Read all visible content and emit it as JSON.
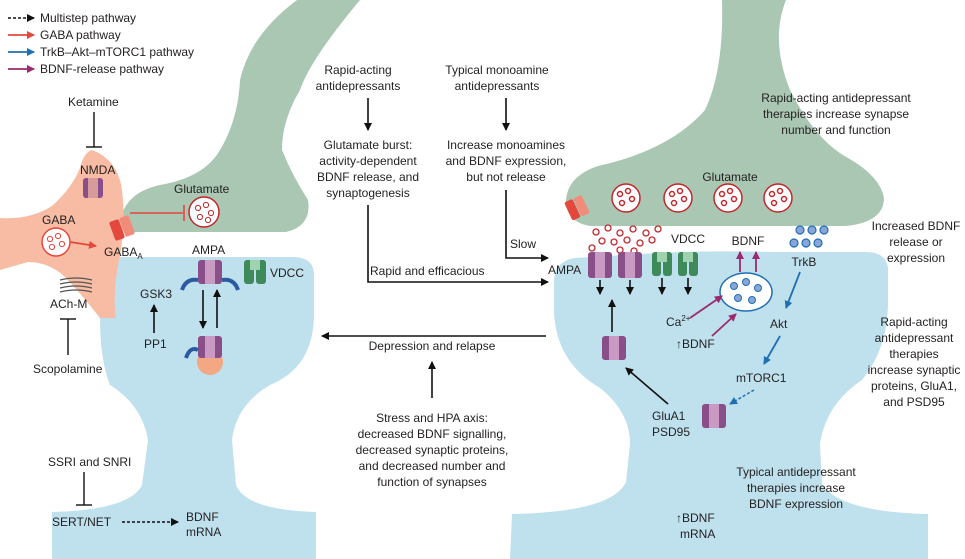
{
  "colors": {
    "multistep": "#111111",
    "gaba": "#e4473c",
    "trkb": "#1f6fb3",
    "bdnf_release": "#9a2a6e",
    "presynaptic": "#8db49a",
    "postsynaptic": "#bfe1ee",
    "interneuron": "#f7bca3"
  },
  "legend": [
    {
      "label": "Multistep pathway",
      "style": "dashed",
      "color": "#111111"
    },
    {
      "label": "GABA pathway",
      "style": "solid",
      "color": "#e4473c"
    },
    {
      "label": "TrkB–Akt–mTORC1 pathway",
      "style": "solid",
      "color": "#1f6fb3"
    },
    {
      "label": "BDNF-release pathway",
      "style": "solid",
      "color": "#9a2a6e"
    }
  ],
  "left": {
    "ketamine": "Ketamine",
    "nmda": "NMDA",
    "gaba": "GABA",
    "gaba_a": "GABA",
    "gaba_a_sub": "A",
    "ach_m": "ACh-M",
    "scopolamine": "Scopolamine",
    "glutamate": "Glutamate",
    "ampa": "AMPA",
    "vdcc": "VDCC",
    "gsk3": "GSK3",
    "pp1": "PP1",
    "ssri": "SSRI and SNRI",
    "sert": "SERT/NET",
    "bdnf_mrna_1": "BDNF",
    "bdnf_mrna_2": "mRNA"
  },
  "middle": {
    "rapid_1": "Rapid-acting",
    "rapid_2": "antidepressants",
    "typical_1": "Typical monoamine",
    "typical_2": "antidepressants",
    "burst": [
      "Glutamate burst:",
      "activity-dependent",
      "BDNF release, and",
      "synaptogenesis"
    ],
    "increase": [
      "Increase monoamines",
      "and BDNF expression,",
      "but not release"
    ],
    "slow": "Slow",
    "rapid_efficacious": "Rapid and efficacious",
    "depression": "Depression and relapse",
    "stress": [
      "Stress and HPA axis:",
      "decreased BDNF signalling,",
      "decreased synaptic proteins,",
      "and decreased number and",
      "function of synapses"
    ]
  },
  "right": {
    "top_note": [
      "Rapid-acting antidepressant",
      "therapies increase synapse",
      "number and function"
    ],
    "glutamate": "Glutamate",
    "ampa": "AMPA",
    "vdcc": "VDCC",
    "bdnf": "BDNF",
    "trkb": "TrkB",
    "akt": "Akt",
    "mtorc1": "mTORC1",
    "ca": "Ca",
    "ca_sup": "2+",
    "up_bdnf": "↑BDNF",
    "glua1": "GluA1",
    "psd95": "PSD95",
    "up_bdnf_mrna_1": "↑BDNF",
    "up_bdnf_mrna_2": "mRNA",
    "increased_bdnf": [
      "Increased BDNF",
      "release or",
      "expression"
    ],
    "rapid_increase": [
      "Rapid-acting",
      "antidepressant",
      "therapies",
      "increase synaptic",
      "proteins, GluA1,",
      "and PSD95"
    ],
    "typical_increase": [
      "Typical antidepressant",
      "therapies increase",
      "BDNF expression"
    ]
  }
}
